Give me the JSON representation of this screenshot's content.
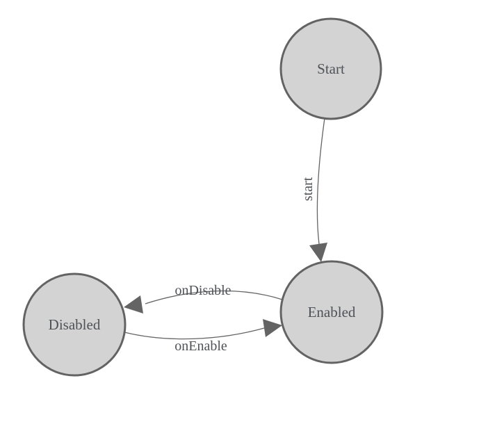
{
  "diagram": {
    "type": "state-machine",
    "background_color": "#ffffff",
    "colors": {
      "node_fill": "#d3d3d3",
      "node_stroke": "#636363",
      "edge_stroke": "#646464",
      "arrowhead_fill": "#646464",
      "label_text": "#4e5358"
    },
    "nodes": [
      {
        "id": "start",
        "label": "Start"
      },
      {
        "id": "enabled",
        "label": "Enabled"
      },
      {
        "id": "disabled",
        "label": "Disabled"
      }
    ],
    "edges": [
      {
        "id": "start-transition",
        "label": "start",
        "from": "Start",
        "to": "Enabled"
      },
      {
        "id": "ondisable-transition",
        "label": "onDisable",
        "from": "Enabled",
        "to": "Disabled"
      },
      {
        "id": "onenable-transition",
        "label": "onEnable",
        "from": "Disabled",
        "to": "Enabled"
      }
    ]
  }
}
